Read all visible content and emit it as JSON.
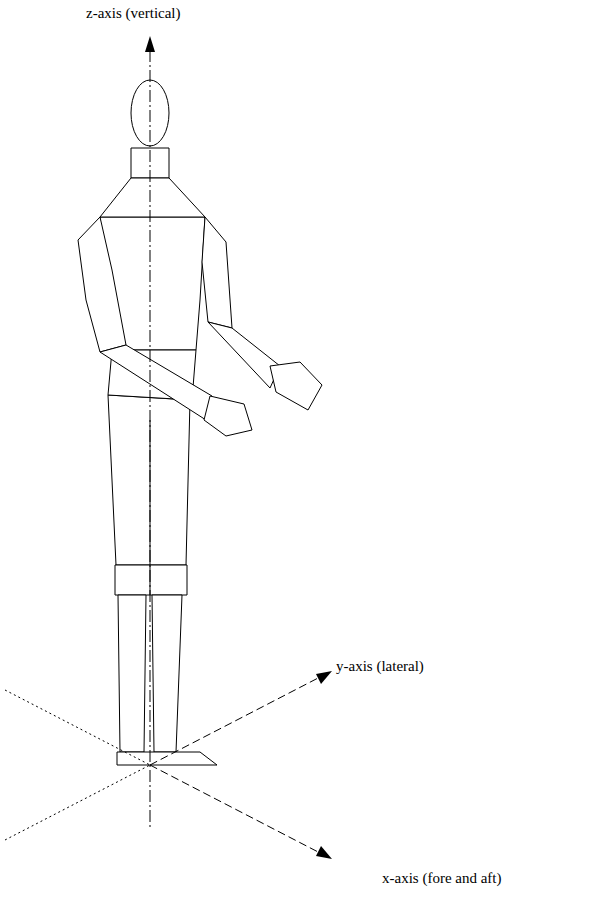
{
  "diagram": {
    "labels": [
      "z-axis (vertical)",
      "y-axis (lateral)",
      "x-axis (fore and aft)"
    ]
  }
}
